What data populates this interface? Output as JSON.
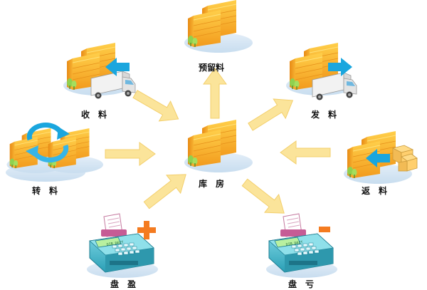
{
  "diagram": {
    "nodes": {
      "receive": {
        "label": "收　料",
        "icon": "warehouse-truck-inbound-icon"
      },
      "reserve": {
        "label": "预留料",
        "icon": "warehouse-icon"
      },
      "dispatch": {
        "label": "发　料",
        "icon": "warehouse-truck-outbound-icon"
      },
      "transfer": {
        "label": "转　料",
        "icon": "warehouse-transfer-cycle-icon"
      },
      "warehouse": {
        "label": "库　房",
        "icon": "warehouse-icon"
      },
      "return": {
        "label": "返　料",
        "icon": "warehouse-boxes-return-icon"
      },
      "gain": {
        "label": "盘　盈",
        "icon": "cash-register-plus-icon"
      },
      "loss": {
        "label": "盘　亏",
        "icon": "cash-register-minus-icon"
      }
    },
    "register_screen_text": "DIB DECT",
    "colors": {
      "building_orange": "#f6a623",
      "building_dark": "#e07f10",
      "arrow_fill": "#fbe49a",
      "blue_arrow": "#1aa6de",
      "plus_minus": "#f47b20",
      "register_teal": "#35b4c8",
      "shadow_blue": "#d4e6f4"
    }
  }
}
